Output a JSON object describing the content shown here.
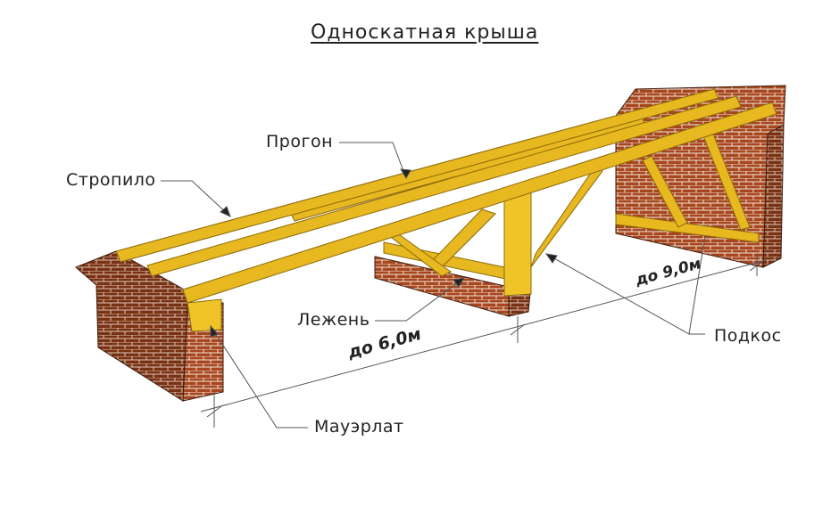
{
  "title": "Односкатная крыша",
  "labels": {
    "purlin": "Прогон",
    "rafter": "Стропило",
    "sill": "Лежень",
    "strut": "Подкос",
    "mauerlat": "Мауэрлат"
  },
  "dimensions": {
    "span1": "до 6,0м",
    "span2": "до 9,0м"
  },
  "colors": {
    "timber": "#e8b820",
    "timber_dark": "#b88a10",
    "brick": "#a0401c",
    "brick_dark": "#6e2810"
  }
}
